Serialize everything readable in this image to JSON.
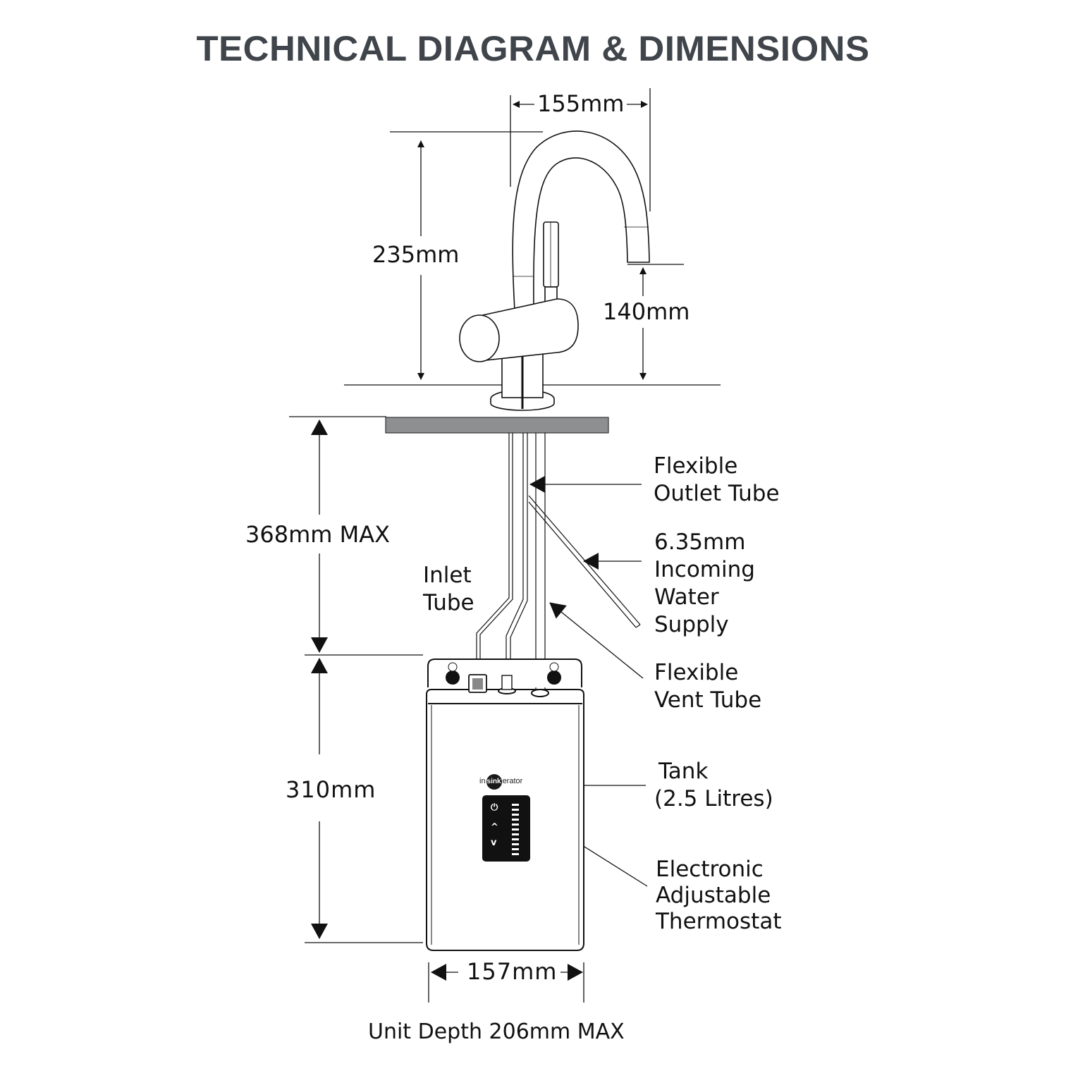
{
  "title": "TECHNICAL DIAGRAM & DIMENSIONS",
  "dimensions": {
    "tap_reach": "155mm",
    "tap_height": "235mm",
    "spout_height": "140mm",
    "under_counter": "368mm MAX",
    "tank_height": "310mm",
    "tank_width": "157mm",
    "unit_depth": "Unit Depth 206mm MAX"
  },
  "callouts": {
    "inlet_tube": [
      "Inlet",
      "Tube"
    ],
    "outlet_tube": [
      "Flexible",
      "Outlet Tube"
    ],
    "water_supply": [
      "6.35mm",
      "Incoming",
      "Water",
      "Supply"
    ],
    "vent_tube": [
      "Flexible",
      "Vent Tube"
    ],
    "tank": [
      "Tank",
      "(2.5 Litres)"
    ],
    "thermostat": [
      "Electronic",
      "Adjustable",
      "Thermostat"
    ]
  },
  "brand": {
    "prefix": "in",
    "middle": "sink",
    "suffix": "erator"
  },
  "control_panel": {
    "power_icon": "⏻",
    "up_icon": "^",
    "down_icon": "v",
    "level_bars": 11
  },
  "colors": {
    "title": "#3f454b",
    "counter": "#8e8f91",
    "line": "#111111",
    "panel": "#111111"
  }
}
